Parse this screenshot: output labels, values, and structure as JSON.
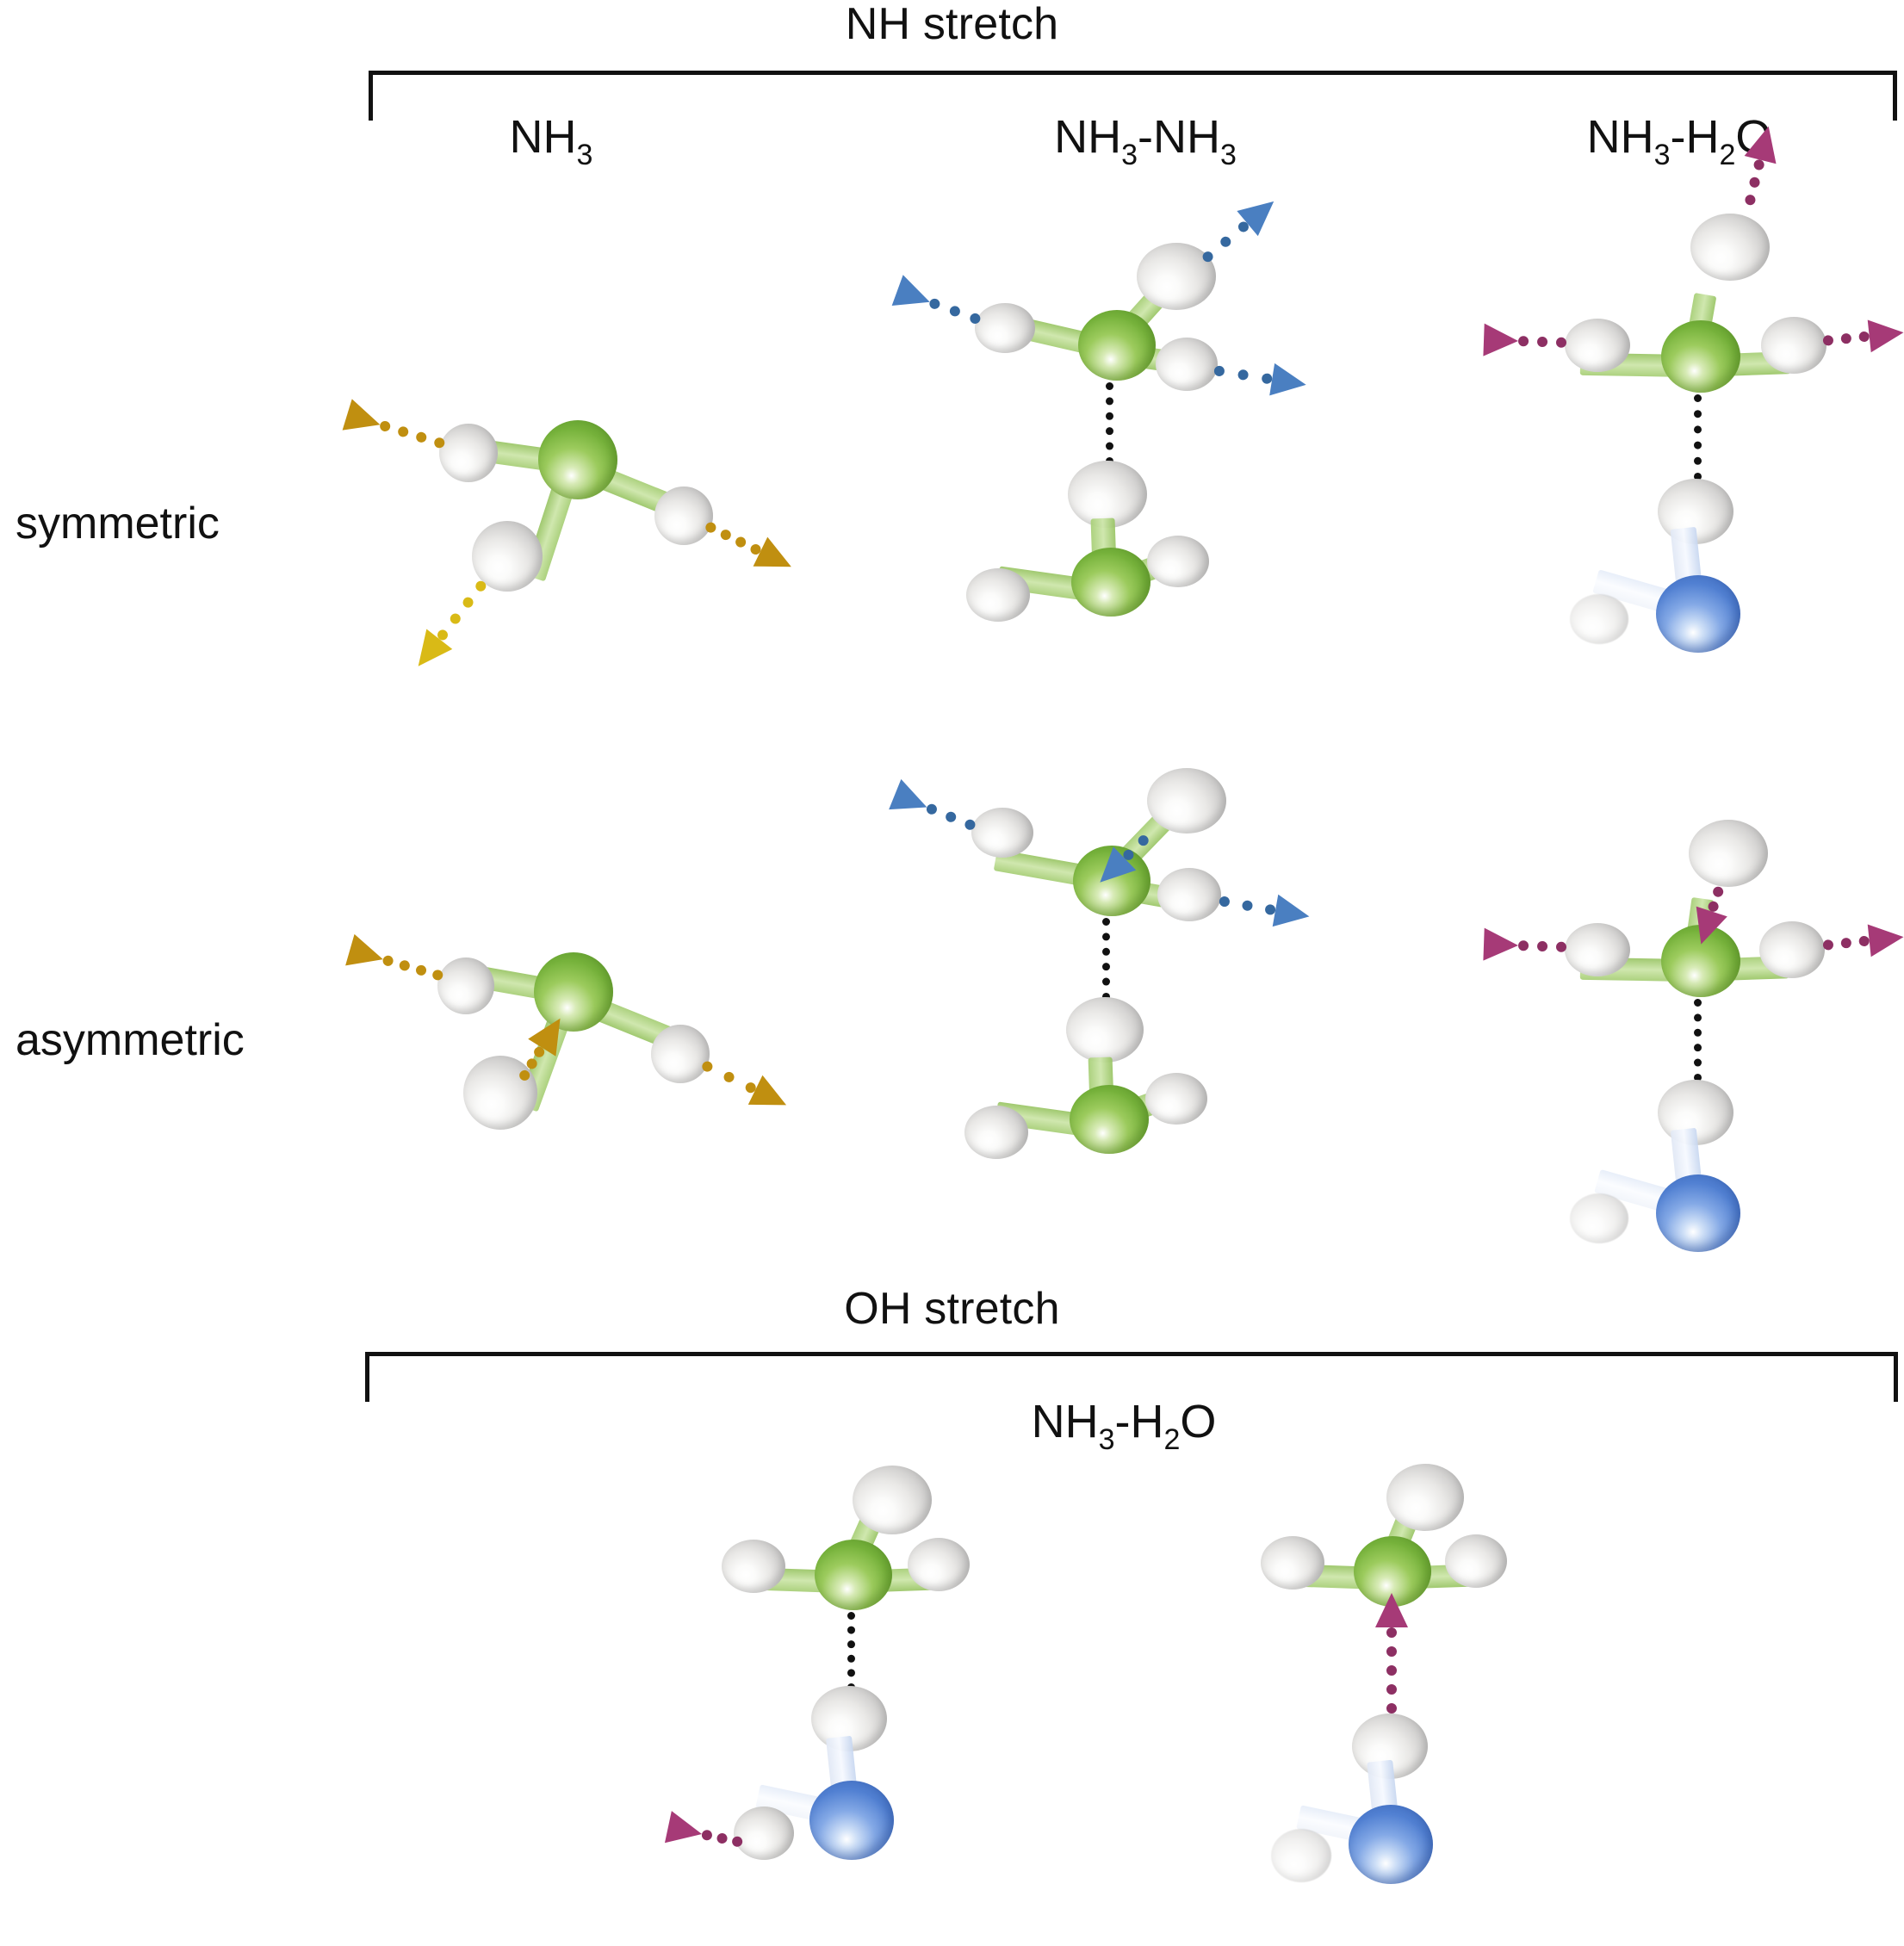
{
  "figure": {
    "background": "#ffffff",
    "sections": [
      {
        "id": "nh-stretch",
        "title": "NH stretch",
        "columns": [
          "NH3",
          "NH3-NH3",
          "NH3-H2O"
        ],
        "rows": [
          "symmetric",
          "asymmetric"
        ]
      },
      {
        "id": "oh-stretch",
        "title": "OH stretch",
        "columns": [
          "NH3-H2O"
        ],
        "rows": []
      }
    ]
  },
  "headers": {
    "nh_stretch": "NH stretch",
    "oh_stretch": "OH stretch"
  },
  "column_labels": {
    "nh3": {
      "base": "NH",
      "sub": "3"
    },
    "nh3_nh3_a": {
      "base": "NH",
      "sub": "3"
    },
    "nh3_nh3_b": {
      "base": "-NH",
      "sub": "3"
    },
    "nh3_h2o_a": {
      "base": "NH",
      "sub": "3"
    },
    "nh3_h2o_b": {
      "base": "-H",
      "sub": "2"
    },
    "nh3_h2o_c": {
      "base": "O"
    },
    "oh_nh3_h2o_a": {
      "base": "NH",
      "sub": "3"
    },
    "oh_nh3_h2o_b": {
      "base": "-H",
      "sub": "2"
    },
    "oh_nh3_h2o_c": {
      "base": "O"
    }
  },
  "row_labels": {
    "symmetric": "symmetric",
    "asymmetric": "asymmetric"
  },
  "colors": {
    "nitrogen": "#76b23b",
    "oxygen": "#5180d2",
    "hydrogen": "#e9e8e6",
    "bond_nh": "#a8cf78",
    "bond_oh": "#e1e8f5",
    "hydrogen_bond": "#111111",
    "arrow_yellow": "#d9ba16",
    "arrow_gold": "#c08f10",
    "arrow_blue": "#4a7fc1",
    "arrow_magenta": "#a63a77",
    "text": "#111111"
  },
  "legend_semantics": {
    "green_sphere": "nitrogen atom",
    "blue_sphere": "oxygen atom",
    "white_sphere": "hydrogen atom",
    "black_dotted_line": "hydrogen bond",
    "colored_dotted_arrow": "vibrational displacement vector"
  },
  "panels": [
    {
      "id": "nh3-symmetric",
      "section": "NH stretch",
      "column": "NH3",
      "row": "symmetric",
      "arrow_color": "arrow_yellow",
      "arrow_count": 3,
      "description": "three N-H bonds stretch outward in phase"
    },
    {
      "id": "nh3nh3-symmetric",
      "section": "NH stretch",
      "column": "NH3-NH3",
      "row": "symmetric",
      "arrow_color": "arrow_blue",
      "arrow_count": 3,
      "description": "donor ammonia free N-H bonds stretch outward in phase"
    },
    {
      "id": "nh3h2o-symmetric",
      "section": "NH stretch",
      "column": "NH3-H2O",
      "row": "symmetric",
      "arrow_color": "arrow_magenta",
      "arrow_count": 3,
      "description": "ammonia N-H bonds stretch outward in phase above water"
    },
    {
      "id": "nh3-asymmetric",
      "section": "NH stretch",
      "column": "NH3",
      "row": "asymmetric",
      "arrow_color": "arrow_gold",
      "arrow_count": 3,
      "description": "one N-H contracts while the other two stretch"
    },
    {
      "id": "nh3nh3-asymmetric",
      "section": "NH stretch",
      "column": "NH3-NH3",
      "row": "asymmetric",
      "arrow_color": "arrow_blue",
      "arrow_count": 3,
      "description": "one N-H contracts while the other two stretch in the donor unit"
    },
    {
      "id": "nh3h2o-asymmetric",
      "section": "NH stretch",
      "column": "NH3-H2O",
      "row": "asymmetric",
      "arrow_color": "arrow_magenta",
      "arrow_count": 3,
      "description": "one N-H contracts while the other two stretch above water"
    },
    {
      "id": "oh-free",
      "section": "OH stretch",
      "column": "NH3-H2O",
      "row": "",
      "arrow_color": "arrow_magenta",
      "arrow_count": 1,
      "description": "free OH of water stretches away from the oxygen"
    },
    {
      "id": "oh-bonded",
      "section": "OH stretch",
      "column": "NH3-H2O",
      "row": "",
      "arrow_color": "arrow_magenta",
      "arrow_count": 1,
      "description": "hydrogen bonded OH stretches toward the ammonia nitrogen"
    }
  ]
}
